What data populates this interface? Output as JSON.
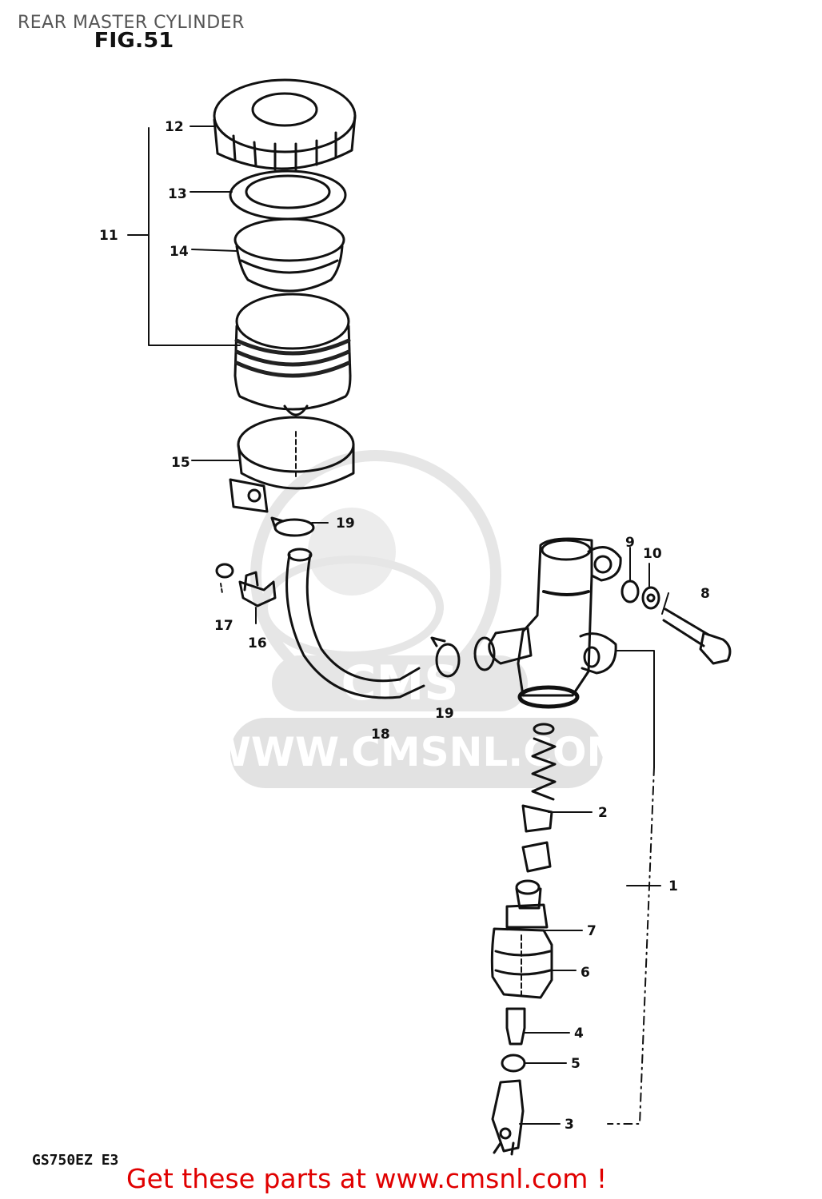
{
  "header": {
    "title": "REAR MASTER CYLINDER",
    "figure": "FIG.51"
  },
  "footer": {
    "model_code": "GS750EZ E3",
    "promo": "Get these parts at www.cmsnl.com !"
  },
  "watermark": {
    "brand": "CMS",
    "url": "WWW.CMSNL.COM"
  },
  "callouts": [
    "1",
    "2",
    "3",
    "4",
    "5",
    "6",
    "7",
    "8",
    "9",
    "10",
    "11",
    "12",
    "13",
    "14",
    "15",
    "16",
    "17",
    "18",
    "19",
    "19"
  ],
  "colors": {
    "line": "#111111",
    "promo_text": "#e00000",
    "watermark": "#e4e4e4"
  }
}
